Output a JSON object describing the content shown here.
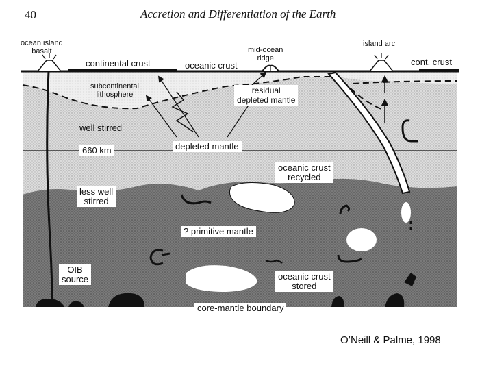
{
  "header": {
    "page_number": "40",
    "title": "Accretion and Differentiation of the Earth"
  },
  "labels": {
    "ocean_island_basalt": "ocean island\nbasalt",
    "continental_crust": "continental crust",
    "oceanic_crust": "oceanic crust",
    "mid_ocean_ridge": "mid-ocean\nridge",
    "island_arc": "island arc",
    "cont_crust": "cont. crust",
    "subcontinental_lithosphere": "subcontinental\nlithosphere",
    "residual_depleted_mantle": "residual\ndepleted mantle",
    "well_stirred": "well stirred",
    "depleted_mantle": "depleted mantle",
    "km_660": "660 km",
    "oceanic_crust_recycled": "oceanic crust\nrecycled",
    "less_well_stirred": "less well\nstirred",
    "primitive_mantle": "? primitive mantle",
    "oib_source": "OIB\nsource",
    "oceanic_crust_stored": "oceanic crust\nstored",
    "core_mantle_boundary": "core-mantle boundary"
  },
  "credit": "O’Neill & Palme, 1998",
  "colors": {
    "upper_mantle": "#d9d9d9",
    "lower_mantle": "#6e6e6e",
    "lithosphere": "#ececec",
    "outline": "#111111",
    "blob": "#ffffff"
  }
}
